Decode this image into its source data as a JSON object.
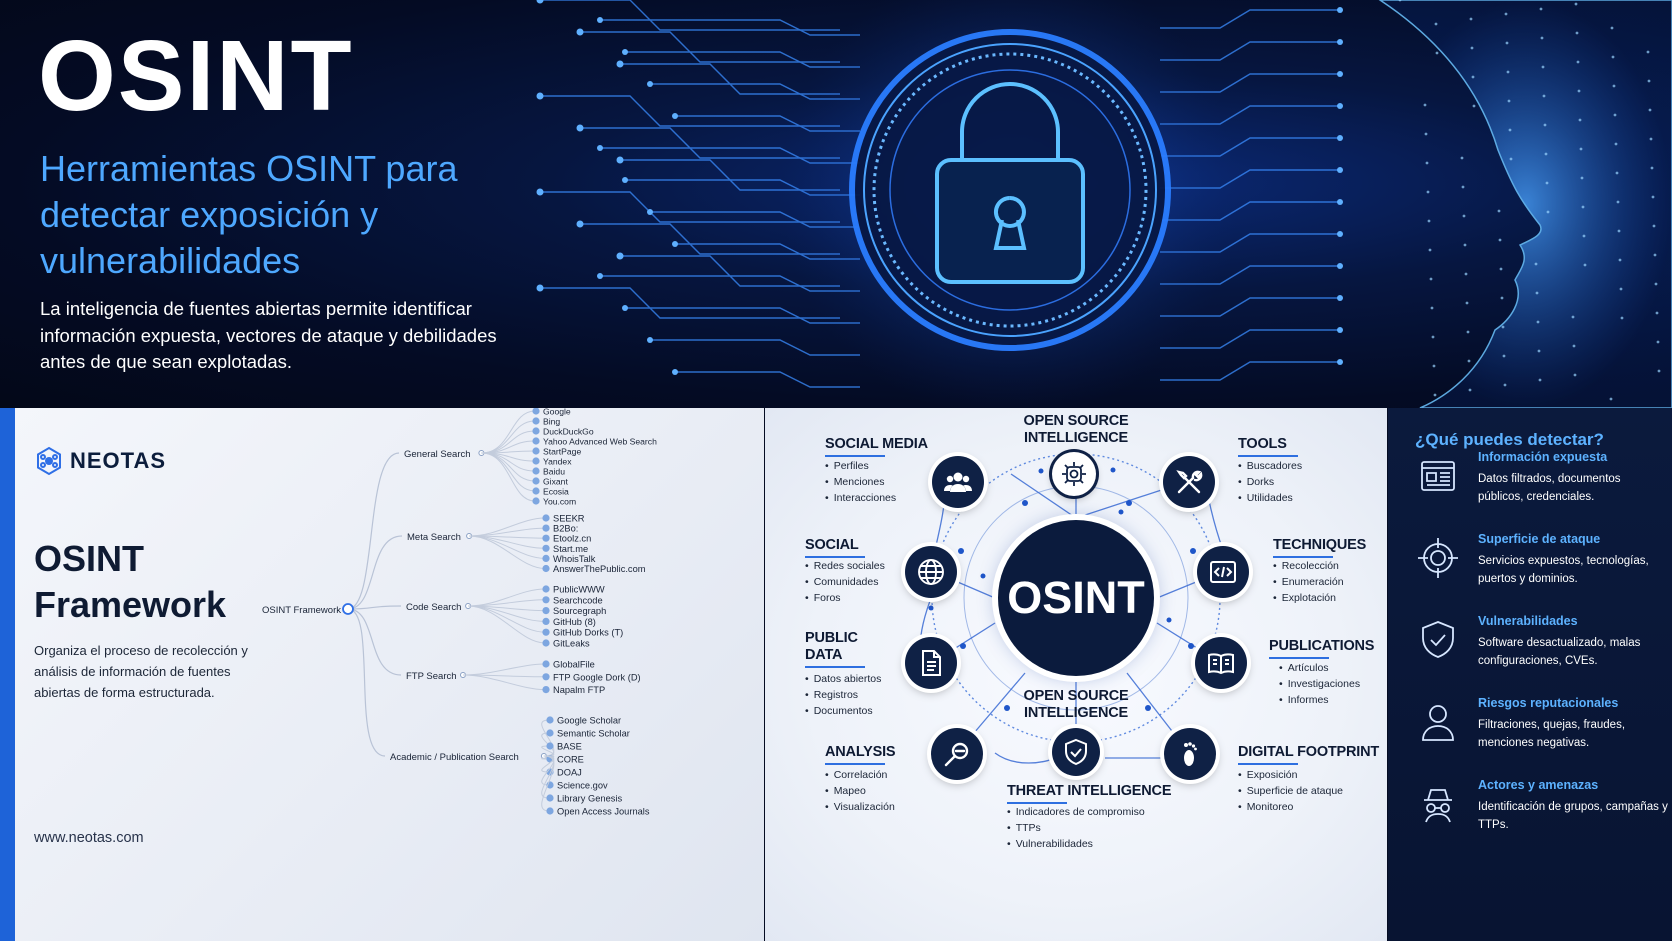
{
  "hero": {
    "title": "OSINT",
    "subtitle": "Herramientas OSINT para detectar exposición y vulnerabilidades",
    "description": "La inteligencia de fuentes abiertas permite identificar información expuesta, vectores de ataque y debilidades antes de que sean explotadas."
  },
  "framework": {
    "logo": "NEOTAS",
    "title_line1": "OSINT",
    "title_line2": "Framework",
    "description": "Organiza el proceso de recolección y análisis de información de fuentes abiertas de forma estructurada.",
    "url": "www.neotas.com",
    "root": "OSINT Framework",
    "branches": [
      {
        "name": "General Search",
        "items": [
          "Google",
          "Bing",
          "DuckDuckGo",
          "Yahoo Advanced Web Search",
          "StartPage",
          "Yandex",
          "Baidu",
          "Gixant",
          "Ecosia",
          "You.com"
        ]
      },
      {
        "name": "Meta Search",
        "items": [
          "SEEKR",
          "B2Bo:",
          "Etoolz.cn",
          "Start.me",
          "WhoisTalk",
          "AnswerThePublic.com"
        ]
      },
      {
        "name": "Code Search",
        "items": [
          "PublicWWW",
          "Searchcode",
          "Sourcegraph",
          "GitHub (8)",
          "GitHub Dorks (T)",
          "GitLeaks"
        ]
      },
      {
        "name": "FTP Search",
        "items": [
          "GlobalFile",
          "FTP Google Dork (D)",
          "Napalm FTP"
        ]
      },
      {
        "name": "Academic / Publication Search",
        "items": [
          "Google Scholar",
          "Semantic Scholar",
          "BASE",
          "CORE",
          "DOAJ",
          "Science.gov",
          "Library Genesis",
          "Open Access Journals"
        ]
      }
    ]
  },
  "diagram": {
    "center": "OSINT",
    "top_label": "OPEN SOURCE INTELLIGENCE",
    "bottom_label": "OPEN SOURCE INTELLIGENCE",
    "categories": [
      {
        "key": "social-media",
        "title": "SOCIAL MEDIA",
        "items": [
          "Perfiles",
          "Menciones",
          "Interacciones"
        ]
      },
      {
        "key": "tools",
        "title": "TOOLS",
        "items": [
          "Buscadores",
          "Dorks",
          "Utilidades"
        ]
      },
      {
        "key": "social",
        "title": "SOCIAL",
        "items": [
          "Redes sociales",
          "Comunidades",
          "Foros"
        ]
      },
      {
        "key": "techniques",
        "title": "TECHNIQUES",
        "items": [
          "Recolección",
          "Enumeración",
          "Explotación"
        ]
      },
      {
        "key": "public-data",
        "title": "PUBLIC DATA",
        "items": [
          "Datos abiertos",
          "Registros",
          "Documentos"
        ]
      },
      {
        "key": "publications",
        "title": "PUBLICATIONS",
        "items": [
          "Artículos",
          "Investigaciones",
          "Informes"
        ]
      },
      {
        "key": "analysis",
        "title": "ANALYSIS",
        "items": [
          "Correlación",
          "Mapeo",
          "Visualización"
        ]
      },
      {
        "key": "threat-intelligence",
        "title": "THREAT INTELLIGENCE",
        "items": [
          "Indicadores de compromiso",
          "TTPs",
          "Vulnerabilidades"
        ]
      },
      {
        "key": "digital-footprint",
        "title": "DIGITAL FOOTPRINT",
        "items": [
          "Exposición",
          "Superficie de ataque",
          "Monitoreo"
        ]
      }
    ]
  },
  "detect": {
    "title": "¿Qué puedes detectar?",
    "items": [
      {
        "title": "Información expuesta",
        "desc": "Datos filtrados, documentos públicos, credenciales.",
        "icon": "document-icon"
      },
      {
        "title": "Superficie de ataque",
        "desc": "Servicios expuestos, tecnologías, puertos y dominios.",
        "icon": "target-icon"
      },
      {
        "title": "Vulnerabilidades",
        "desc": "Software desactualizado, malas configuraciones, CVEs.",
        "icon": "shield-check-icon"
      },
      {
        "title": "Riesgos reputacionales",
        "desc": "Filtraciones, quejas, fraudes, menciones negativas.",
        "icon": "person-icon"
      },
      {
        "title": "Actores y amenazas",
        "desc": "Identificación de grupos, campañas y TTPs.",
        "icon": "spy-icon"
      }
    ]
  },
  "colors": {
    "accent": "#4ea8ff",
    "navy": "#0b1b3d",
    "blue": "#1e63d8"
  }
}
